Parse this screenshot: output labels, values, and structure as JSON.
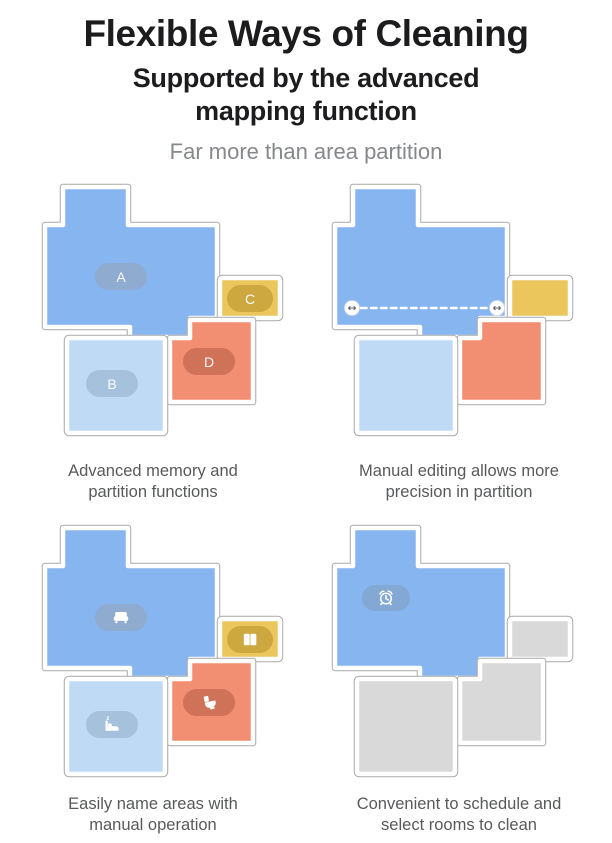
{
  "colors": {
    "room_blue": "#87b5ef",
    "room_blue_light": "#bfdaf5",
    "room_yellow": "#eac65d",
    "room_red": "#f28e72",
    "room_gray": "#d9d9d9",
    "pill_on_blue": "#8fabd0",
    "pill_on_blue_light": "#a6c1db",
    "pill_on_yellow": "#cda73f",
    "pill_on_red": "#cf7258",
    "pill_alarm_blue": "#84a8d4",
    "outline_gray": "#a9a9a9",
    "title_ink": "#1c1c1e",
    "caption_gray": "#58595b",
    "tagline_gray": "#85878a"
  },
  "header": {
    "title": "Flexible Ways of Cleaning",
    "subtitle_lines": [
      "Supported by the advanced",
      "mapping function"
    ],
    "tagline": "Far more than area partition"
  },
  "diagrams": [
    {
      "name": "memory-partition",
      "caption_lines": [
        "Advanced memory and",
        "partition functions"
      ],
      "rooms": [
        {
          "label": "A",
          "color_key": "room_blue"
        },
        {
          "label": "B",
          "color_key": "room_blue_light"
        },
        {
          "label": "C",
          "color_key": "room_yellow"
        },
        {
          "label": "D",
          "color_key": "room_red"
        }
      ]
    },
    {
      "name": "manual-editing",
      "caption_lines": [
        "Manual editing allows more",
        "precision in partition"
      ],
      "divider": "dashed-split-line",
      "handle_icon": "double-arrow-icon",
      "handle_glyph": "↔"
    },
    {
      "name": "area-naming",
      "caption_lines": [
        "Easily name areas with",
        "manual operation"
      ],
      "rooms": [
        {
          "icon": "sofa-icon",
          "color_key": "room_blue"
        },
        {
          "icon": "bed-icon",
          "color_key": "room_blue_light"
        },
        {
          "icon": "book-icon",
          "color_key": "room_yellow"
        },
        {
          "icon": "toilet-icon",
          "color_key": "room_red"
        }
      ],
      "bed_sleep_mark": "z"
    },
    {
      "name": "room-scheduling",
      "caption_lines": [
        "Convenient to schedule and",
        "select rooms to clean"
      ],
      "icon": "alarm-clock-icon",
      "selected_room_color_key": "room_blue",
      "unselected_room_color_key": "room_gray"
    }
  ]
}
